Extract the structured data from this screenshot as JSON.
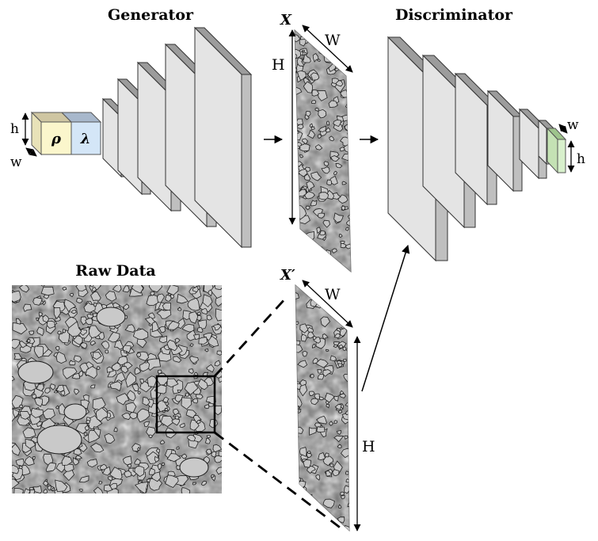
{
  "labels": {
    "generator": "Generator",
    "discriminator": "Discriminator",
    "raw_data": "Raw Data",
    "x_generated": "X",
    "x_real": "X′",
    "width_upper": "W",
    "height_upper": "H",
    "width_lower": "w",
    "height_lower": "h",
    "rho": "ρ",
    "lambda": "λ"
  },
  "colors": {
    "layer_face": "#e4e4e4",
    "layer_side": "#bfbfbf",
    "layer_top": "#9c9c9c",
    "rho_face": "#fbf6cc",
    "rho_top": "#cfc6a2",
    "lambda_face": "#d4e6f7",
    "lambda_top": "#a8b8cc",
    "output_face": "#d8f0cc",
    "output_top": "#9ec48c",
    "rock_background": "#8f8f8f",
    "grain": "#c9c9c9",
    "pore": "#1a1a1a"
  }
}
